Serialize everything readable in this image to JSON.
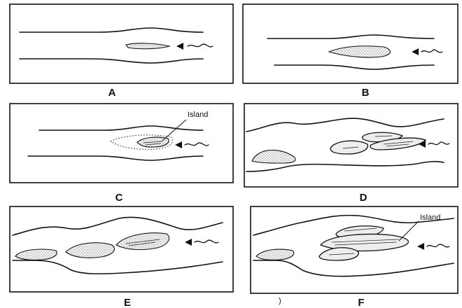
{
  "panels": [
    {
      "label": "A"
    },
    {
      "label": "B"
    },
    {
      "label": "C",
      "callout": "Island"
    },
    {
      "label": "D"
    },
    {
      "label": "E"
    },
    {
      "label": "F",
      "callout": "Island"
    }
  ],
  "stray_mark": ")"
}
